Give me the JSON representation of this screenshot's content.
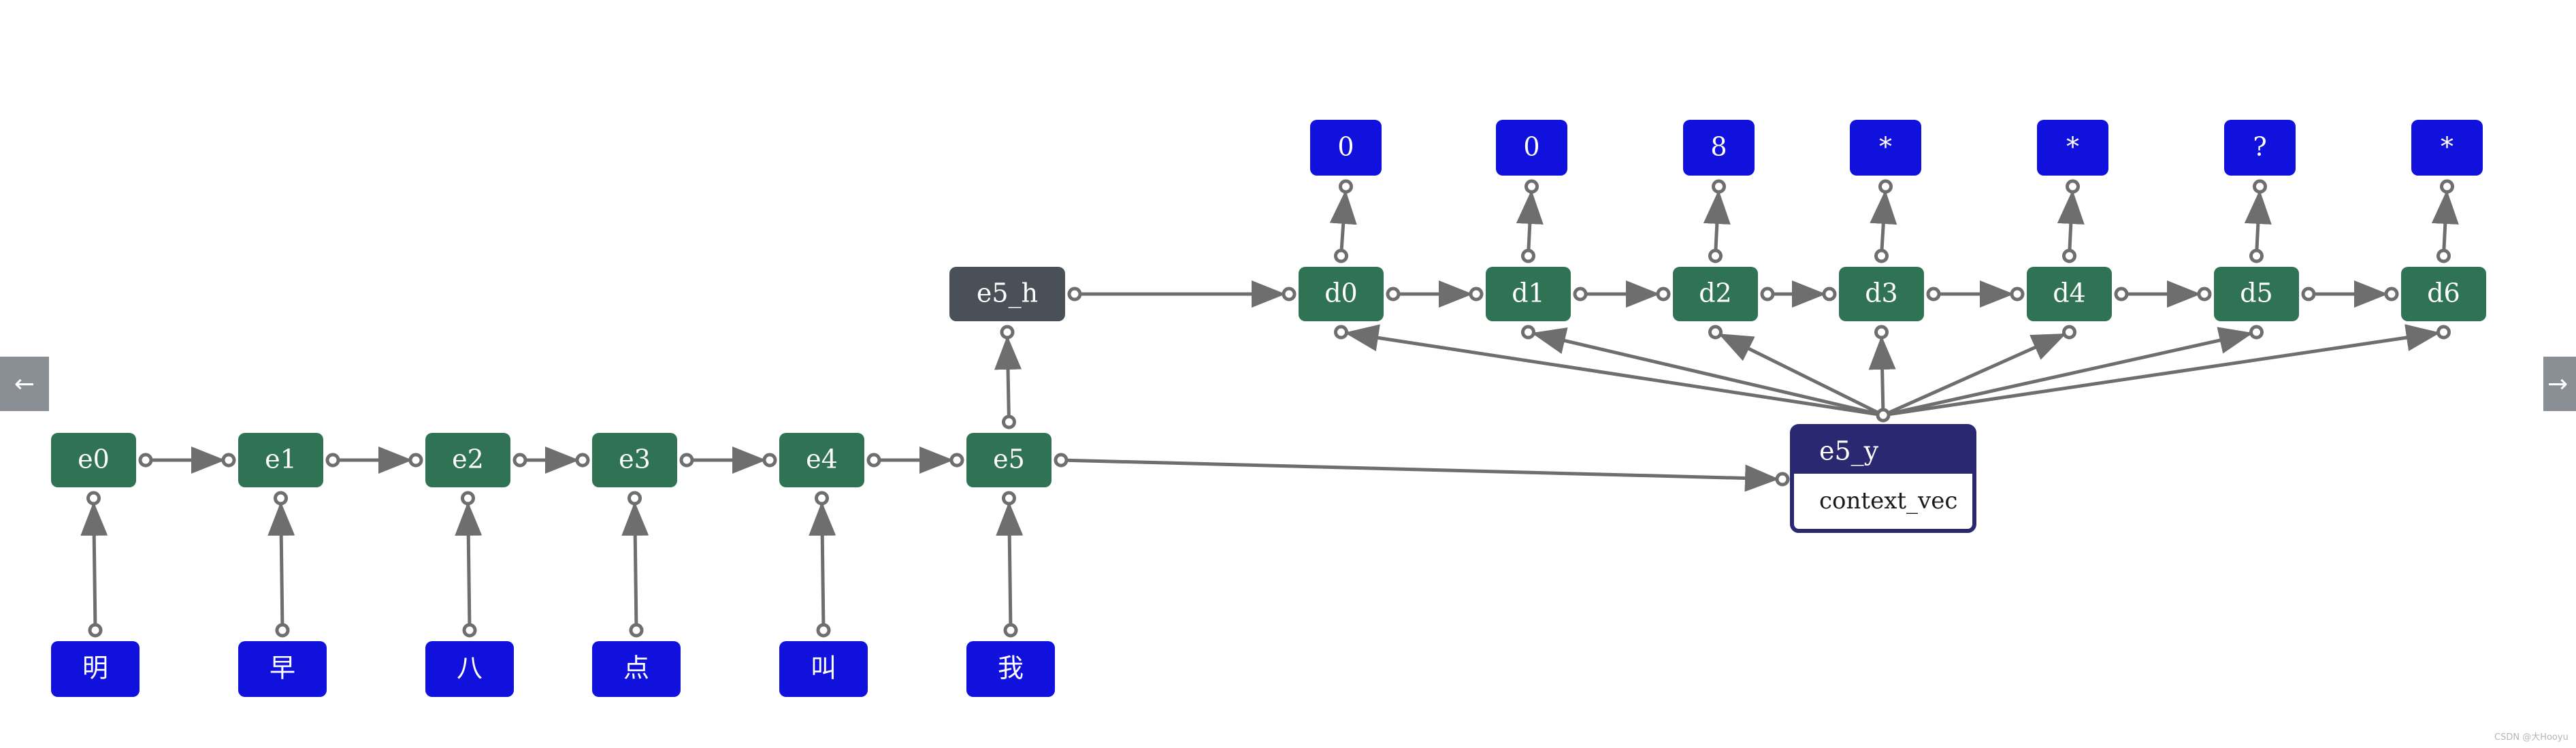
{
  "colors": {
    "input_node": "#1111dd",
    "encoder_node": "#2f7354",
    "hidden_node": "#4a5058",
    "context_header": "#2a2870",
    "context_border": "#2a2870",
    "edge": "#6e6e6e",
    "node_text": "#ffffff"
  },
  "nodes": {
    "inputs": [
      {
        "id": "in0",
        "label": "明"
      },
      {
        "id": "in1",
        "label": "早"
      },
      {
        "id": "in2",
        "label": "八"
      },
      {
        "id": "in3",
        "label": "点"
      },
      {
        "id": "in4",
        "label": "叫"
      },
      {
        "id": "in5",
        "label": "我"
      }
    ],
    "encoders": [
      {
        "id": "e0",
        "label": "e0"
      },
      {
        "id": "e1",
        "label": "e1"
      },
      {
        "id": "e2",
        "label": "e2"
      },
      {
        "id": "e3",
        "label": "e3"
      },
      {
        "id": "e4",
        "label": "e4"
      },
      {
        "id": "e5",
        "label": "e5"
      }
    ],
    "hidden": {
      "id": "e5_h",
      "label": "e5_h"
    },
    "decoders": [
      {
        "id": "d0",
        "label": "d0"
      },
      {
        "id": "d1",
        "label": "d1"
      },
      {
        "id": "d2",
        "label": "d2"
      },
      {
        "id": "d3",
        "label": "d3"
      },
      {
        "id": "d4",
        "label": "d4"
      },
      {
        "id": "d5",
        "label": "d5"
      },
      {
        "id": "d6",
        "label": "d6"
      }
    ],
    "outputs": [
      {
        "id": "o0",
        "label": "0"
      },
      {
        "id": "o1",
        "label": "0"
      },
      {
        "id": "o2",
        "label": "8"
      },
      {
        "id": "o3",
        "label": "*"
      },
      {
        "id": "o4",
        "label": "*"
      },
      {
        "id": "o5",
        "label": "?"
      },
      {
        "id": "o6",
        "label": "*"
      }
    ],
    "context": {
      "id": "ctx",
      "title": "e5_y",
      "field": "context_vec"
    }
  },
  "navigation": {
    "prev_icon": "left-arrow-icon",
    "prev_label": "←",
    "next_icon": "right-arrow-icon",
    "next_label": "→"
  },
  "watermark": "CSDN @大Hooyu"
}
